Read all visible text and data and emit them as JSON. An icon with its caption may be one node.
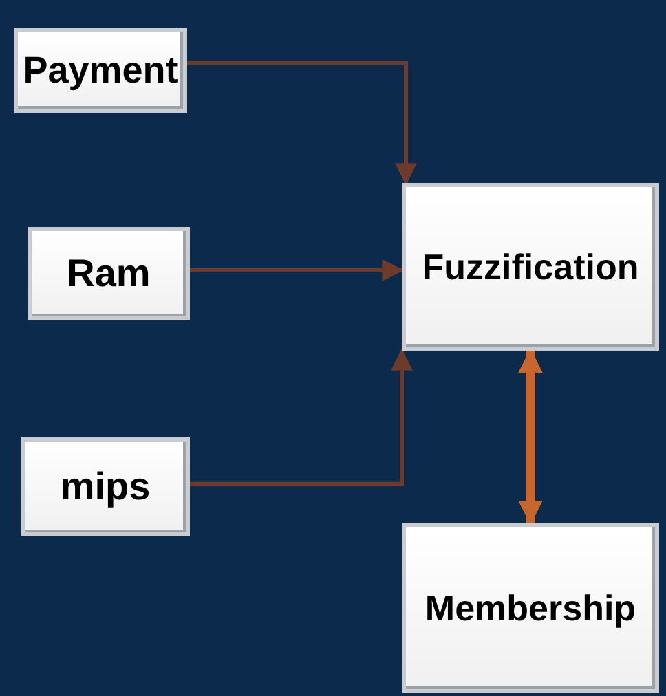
{
  "diagram": {
    "nodes": [
      {
        "text": [
          "Payment"
        ]
      },
      {
        "text": [
          "Ram"
        ]
      },
      {
        "text": [
          "mips"
        ]
      },
      {
        "text": [
          "Fuzzification"
        ]
      },
      {
        "text": [
          "Membership"
        ]
      }
    ],
    "edges": [
      {
        "from": 0,
        "to": 3,
        "arrow": "to"
      },
      {
        "from": 1,
        "to": 3,
        "arrow": "to"
      },
      {
        "from": 2,
        "to": 3,
        "arrow": "to"
      },
      {
        "from": 3,
        "to": 4,
        "arrow": "both",
        "style": "thick",
        "color": "#c8662e"
      }
    ]
  }
}
